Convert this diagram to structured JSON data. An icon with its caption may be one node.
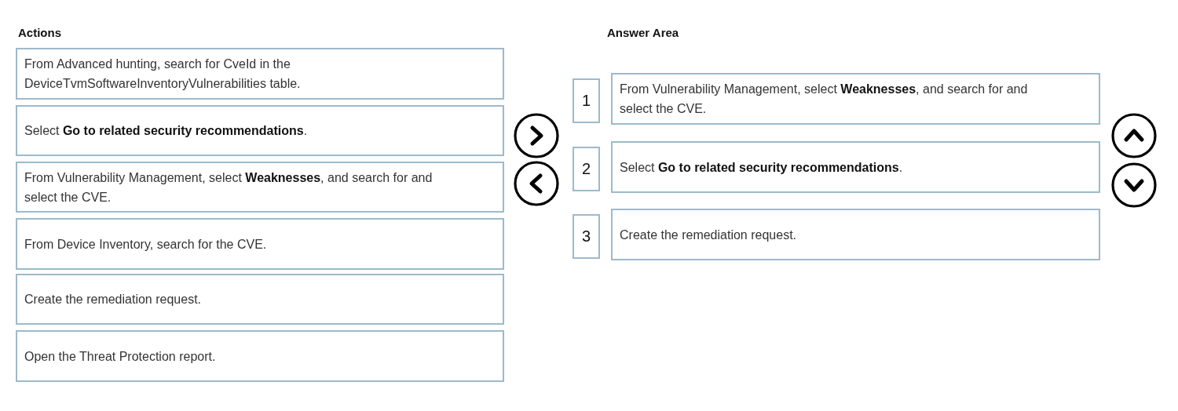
{
  "diagram": {
    "nodes": [
      {
        "text": [
          "From Advanced hunting, search for CveId in the DeviceTvmSoftwareInventoryVulnerabilities table."
        ]
      },
      {
        "text": [
          "Select **Go to related security recommendations**."
        ]
      },
      {
        "text": [
          "From Vulnerability Management, select **Weaknesses**, and search for and select the CVE."
        ]
      },
      {
        "text": [
          "From Device Inventory, search for the CVE."
        ]
      },
      {
        "text": [
          "Create the remediation request."
        ]
      },
      {
        "text": [
          "Open the Threat Protection report."
        ]
      },
      {
        "text": [
          "1"
        ]
      },
      {
        "text": [
          "From Vulnerability Management, select **Weaknesses**, and search for and select the CVE."
        ]
      },
      {
        "text": [
          "2"
        ]
      },
      {
        "text": [
          "Select **Go to related security recommendations**."
        ]
      },
      {
        "text": [
          "3"
        ]
      },
      {
        "text": [
          "Create the remediation request."
        ]
      }
    ],
    "labels": [
      "Actions",
      "Answer Area"
    ]
  }
}
